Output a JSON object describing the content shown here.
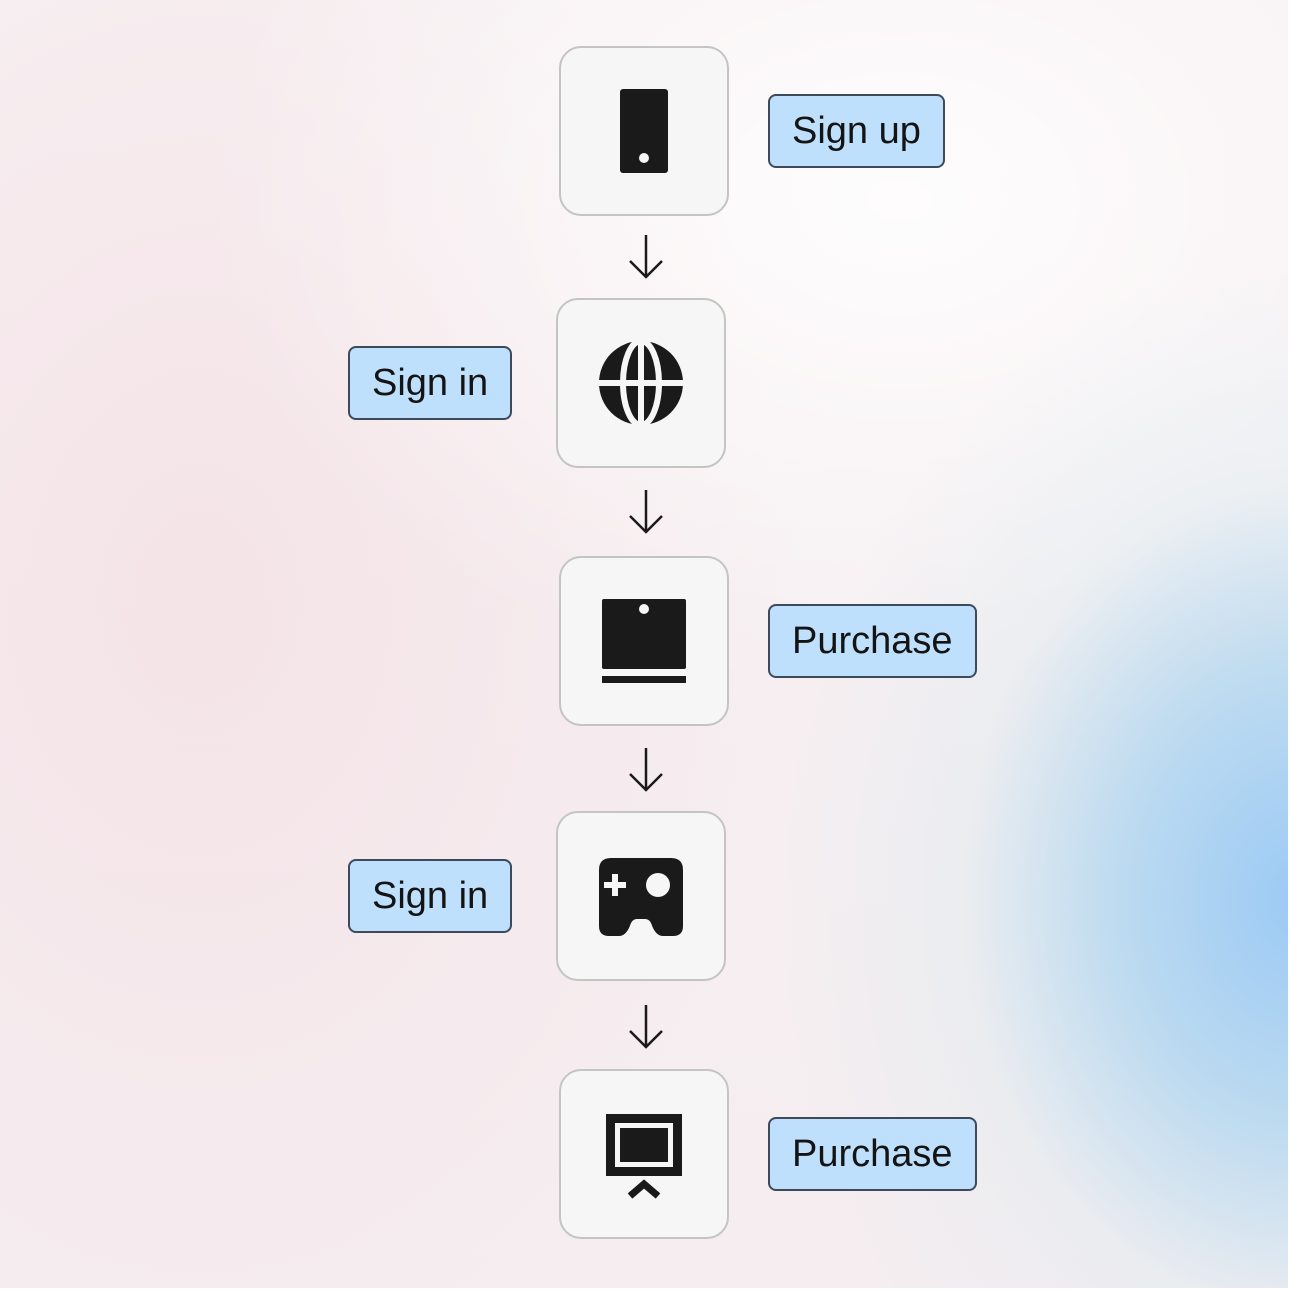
{
  "steps": [
    {
      "icon": "phone-icon",
      "label": "Sign up"
    },
    {
      "icon": "globe-icon",
      "label": "Sign in"
    },
    {
      "icon": "laptop-icon",
      "label": "Purchase"
    },
    {
      "icon": "gamepad-icon",
      "label": "Sign in"
    },
    {
      "icon": "tv-icon",
      "label": "Purchase"
    }
  ],
  "colors": {
    "node_border": "#c4c4c4",
    "node_fill": "#f6f6f6",
    "label_fill": "#bfe0fc",
    "label_border": "#3d4a5a",
    "icon": "#1a1a1a"
  }
}
